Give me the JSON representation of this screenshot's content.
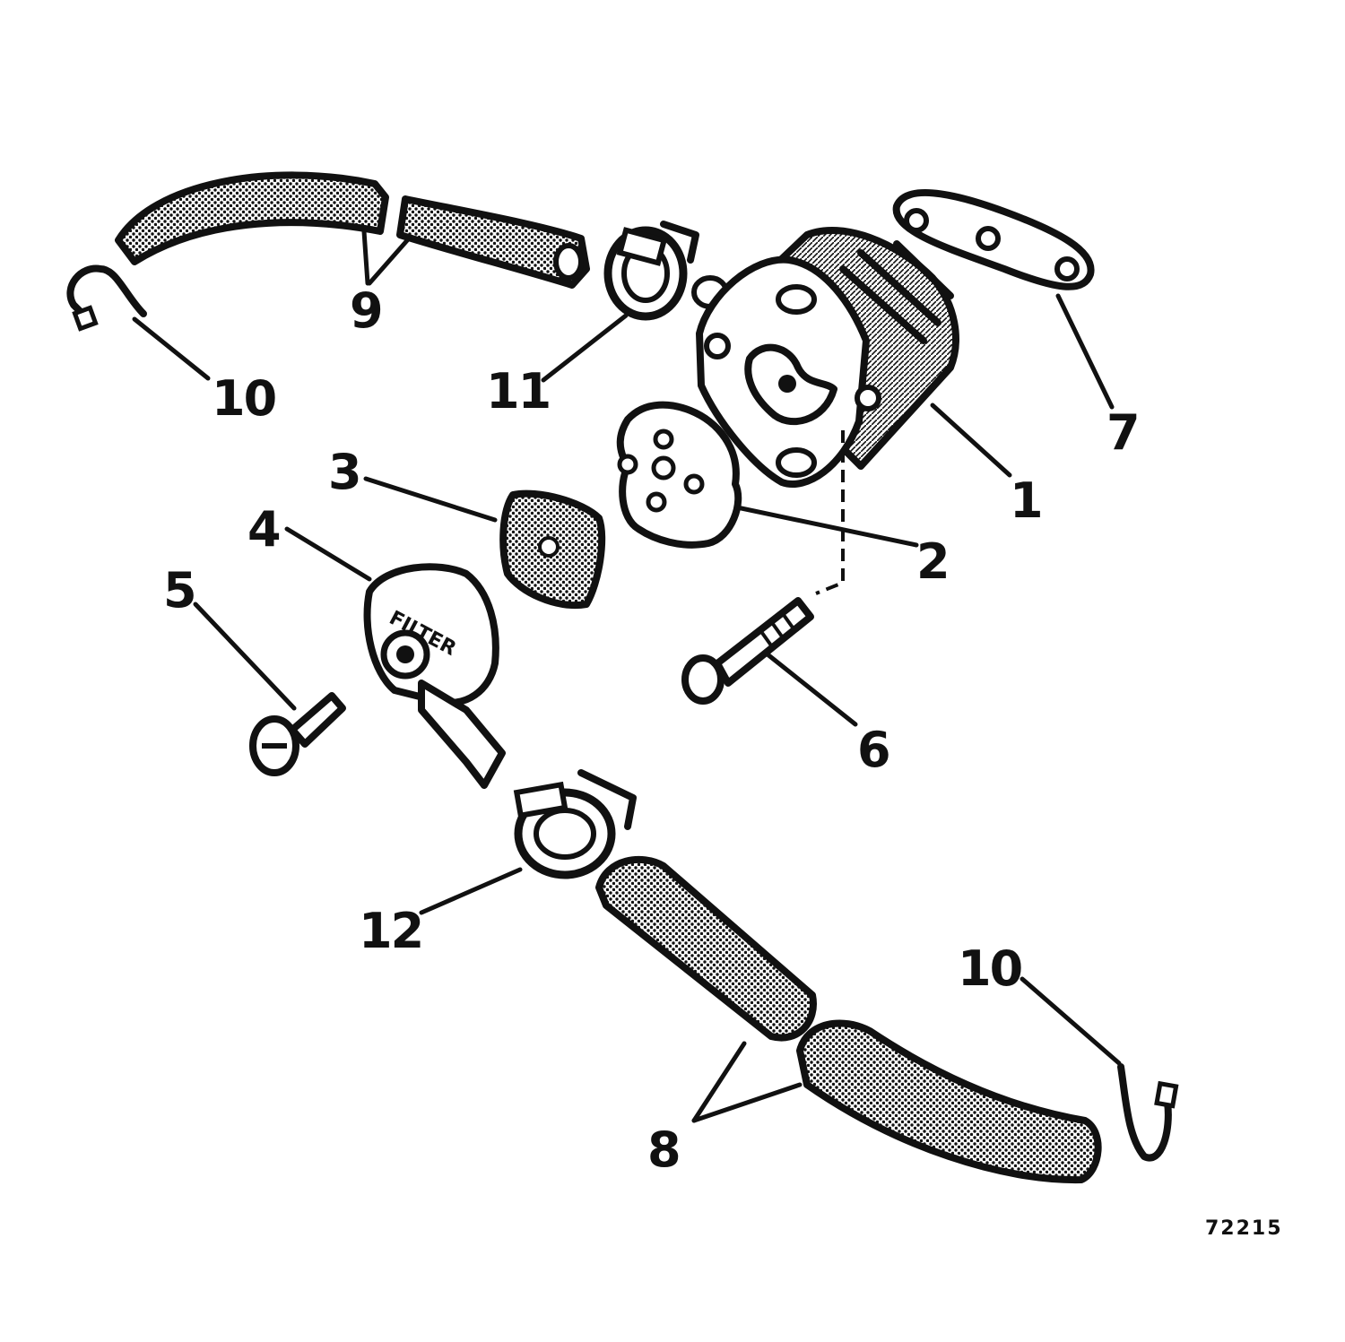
{
  "figure_number": "72215",
  "filter_text": "FILTER",
  "parts": [
    {
      "id": "pump-body",
      "callout": "1"
    },
    {
      "id": "diaphragm",
      "callout": "2"
    },
    {
      "id": "screen",
      "callout": "3"
    },
    {
      "id": "filter-cover",
      "callout": "4"
    },
    {
      "id": "cover-screw",
      "callout": "5"
    },
    {
      "id": "mounting-screw",
      "callout": "6"
    },
    {
      "id": "gasket",
      "callout": "7"
    },
    {
      "id": "hose-lower",
      "callout": "8"
    },
    {
      "id": "hose-upper",
      "callout": "9"
    },
    {
      "id": "tie-strap-left",
      "callout": "10"
    },
    {
      "id": "tie-strap-right",
      "callout": "10"
    },
    {
      "id": "clamp-upper",
      "callout": "11"
    },
    {
      "id": "clamp-lower",
      "callout": "12"
    }
  ],
  "colors": {
    "ink": "#111111",
    "paper": "#ffffff"
  }
}
